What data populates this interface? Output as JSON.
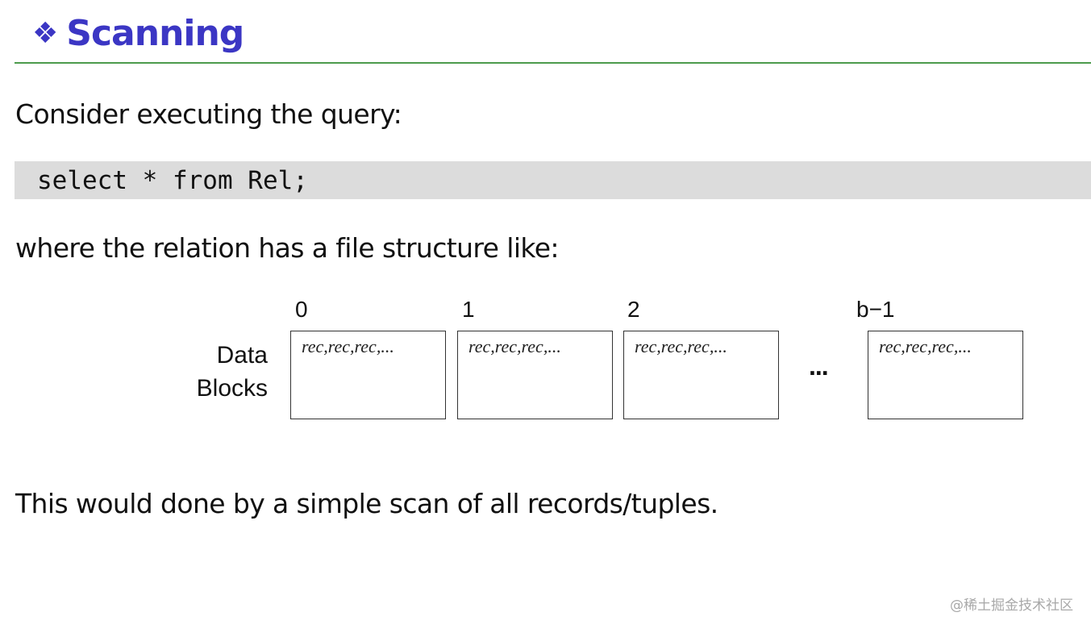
{
  "slide": {
    "title_icon": "❖",
    "title": "Scanning",
    "intro": "Consider executing the query:",
    "code": "select * from Rel;",
    "structure_text": "where the relation has a file structure like:",
    "conclusion": "This would done by a simple scan of all records/tuples."
  },
  "diagram": {
    "label_line1": "Data",
    "label_line2": "Blocks",
    "blocks": [
      {
        "index": "0",
        "content": "rec,rec,rec,..."
      },
      {
        "index": "1",
        "content": "rec,rec,rec,..."
      },
      {
        "index": "2",
        "content": "rec,rec,rec,..."
      },
      {
        "index": "b−1",
        "content": "rec,rec,rec,..."
      }
    ],
    "ellipsis": "..."
  },
  "watermark": "@稀土掘金技术社区",
  "colors": {
    "title": "#3b36c4",
    "rule": "#4c9b4c",
    "code_background": "#dcdcdc"
  }
}
